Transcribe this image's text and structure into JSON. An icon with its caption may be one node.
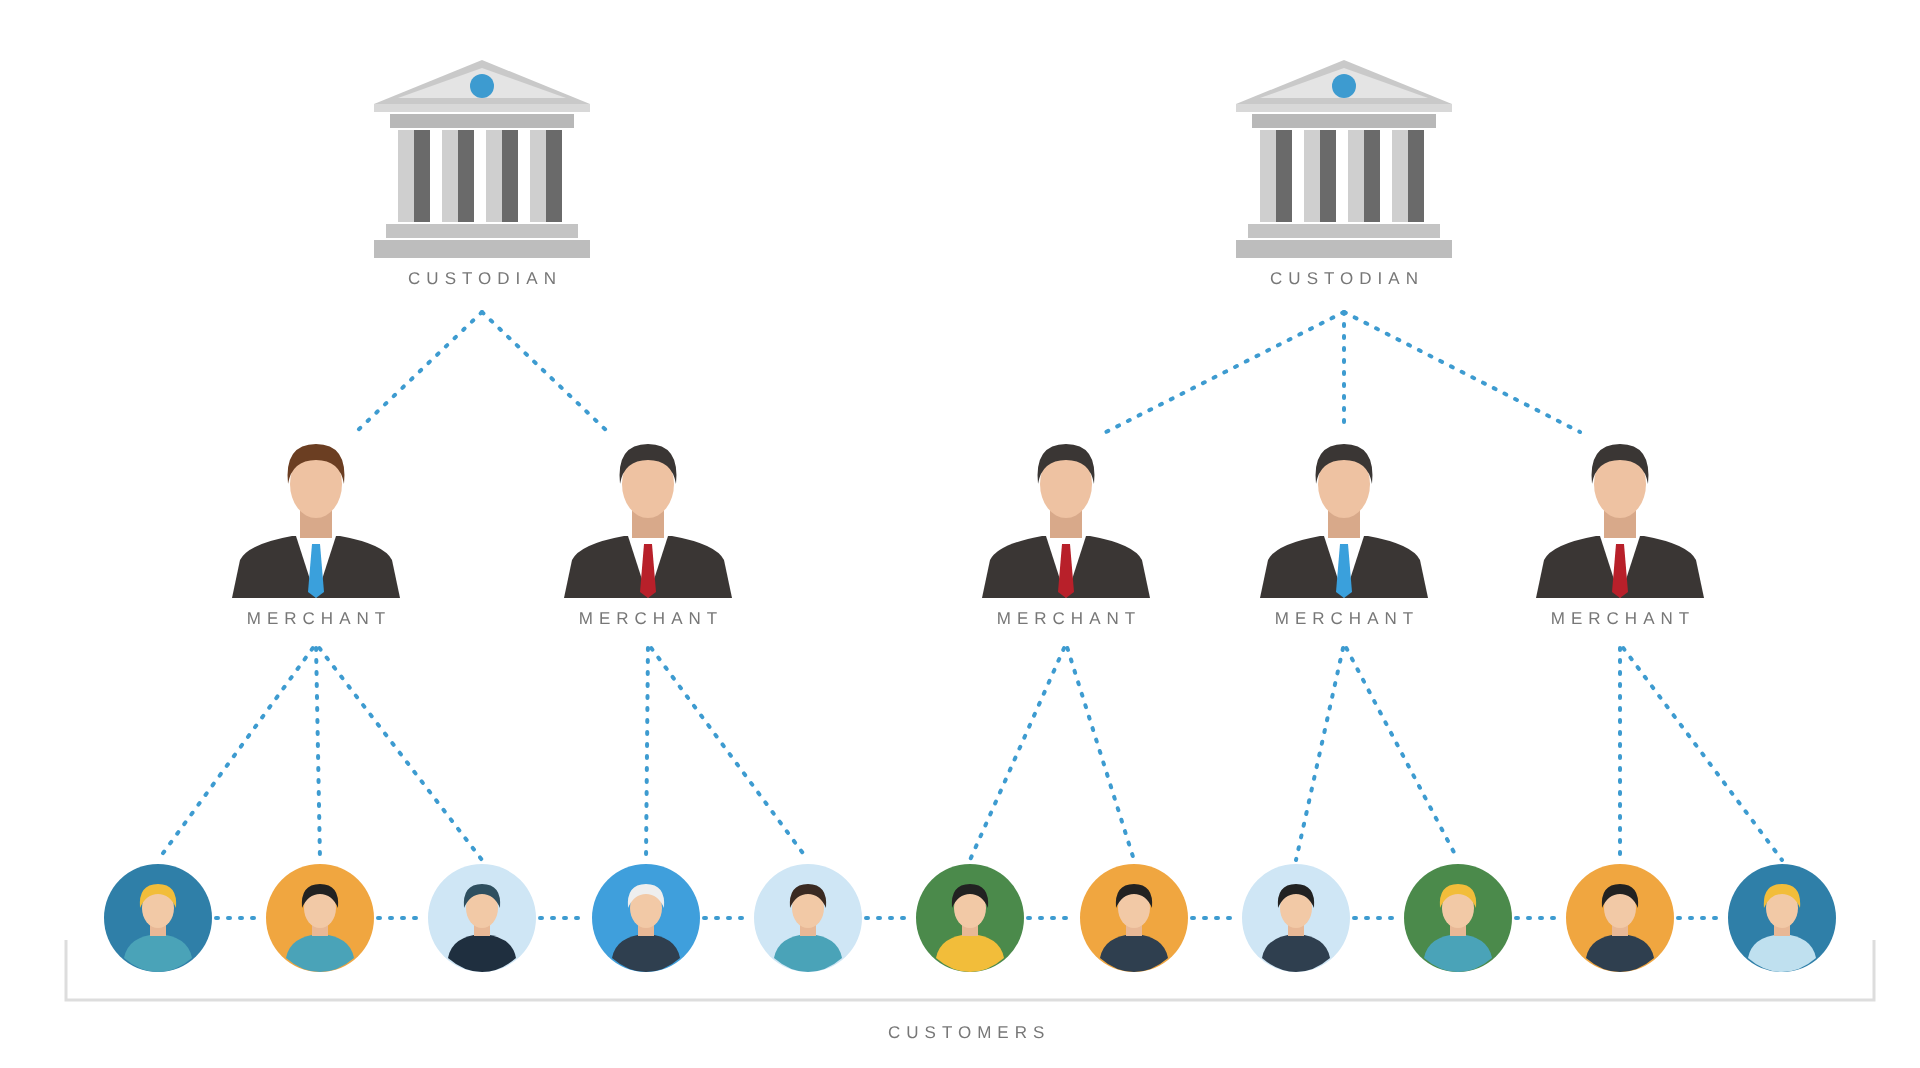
{
  "diagram": {
    "nodes": [
      {
        "text": [
          "CUSTODIAN"
        ]
      },
      {
        "text": [
          "CUSTODIAN"
        ]
      },
      {
        "text": [
          "MERCHANT"
        ]
      },
      {
        "text": [
          "MERCHANT"
        ]
      },
      {
        "text": [
          "MERCHANT"
        ]
      },
      {
        "text": [
          "MERCHANT"
        ]
      },
      {
        "text": [
          "MERCHANT"
        ]
      },
      {
        "text": [],
        "shape": "person"
      },
      {
        "text": [],
        "shape": "person"
      },
      {
        "text": [],
        "shape": "person"
      },
      {
        "text": [],
        "shape": "person"
      },
      {
        "text": [],
        "shape": "person"
      },
      {
        "text": [],
        "shape": "person"
      },
      {
        "text": [],
        "shape": "person"
      },
      {
        "text": [],
        "shape": "person"
      },
      {
        "text": [],
        "shape": "person"
      },
      {
        "text": [],
        "shape": "person"
      },
      {
        "text": [],
        "shape": "person"
      }
    ],
    "edges": [
      {
        "from": 0,
        "to": 2,
        "arrow": "none",
        "style": "dashed"
      },
      {
        "from": 0,
        "to": 3,
        "arrow": "none",
        "style": "dashed"
      },
      {
        "from": 1,
        "to": 4,
        "arrow": "none",
        "style": "dashed"
      },
      {
        "from": 1,
        "to": 5,
        "arrow": "none",
        "style": "dashed"
      },
      {
        "from": 1,
        "to": 6,
        "arrow": "none",
        "style": "dashed"
      },
      {
        "from": 2,
        "to": 7,
        "arrow": "none",
        "style": "dashed"
      },
      {
        "from": 2,
        "to": 8,
        "arrow": "none",
        "style": "dashed"
      },
      {
        "from": 2,
        "to": 9,
        "arrow": "none",
        "style": "dashed"
      },
      {
        "from": 3,
        "to": 10,
        "arrow": "none",
        "style": "dashed"
      },
      {
        "from": 3,
        "to": 11,
        "arrow": "none",
        "style": "dashed"
      },
      {
        "from": 4,
        "to": 12,
        "arrow": "none",
        "style": "dashed"
      },
      {
        "from": 4,
        "to": 13,
        "arrow": "none",
        "style": "dashed"
      },
      {
        "from": 5,
        "to": 14,
        "arrow": "none",
        "style": "dashed"
      },
      {
        "from": 5,
        "to": 15,
        "arrow": "none",
        "style": "dashed"
      },
      {
        "from": 6,
        "to": 16,
        "arrow": "none",
        "style": "dashed"
      },
      {
        "from": 6,
        "to": 17,
        "arrow": "none",
        "style": "dashed"
      },
      {
        "from": 7,
        "to": 8,
        "arrow": "none",
        "style": "dashed"
      },
      {
        "from": 8,
        "to": 9,
        "arrow": "none",
        "style": "dashed"
      },
      {
        "from": 9,
        "to": 10,
        "arrow": "none",
        "style": "dashed"
      },
      {
        "from": 10,
        "to": 11,
        "arrow": "none",
        "style": "dashed"
      },
      {
        "from": 11,
        "to": 12,
        "arrow": "none",
        "style": "dashed"
      },
      {
        "from": 12,
        "to": 13,
        "arrow": "none",
        "style": "dashed"
      },
      {
        "from": 13,
        "to": 14,
        "arrow": "none",
        "style": "dashed"
      },
      {
        "from": 14,
        "to": 15,
        "arrow": "none",
        "style": "dashed"
      },
      {
        "from": 15,
        "to": 16,
        "arrow": "none",
        "style": "dashed"
      },
      {
        "from": 16,
        "to": 17,
        "arrow": "none",
        "style": "dashed"
      }
    ],
    "labels": [
      "CUSTOMERS"
    ]
  }
}
